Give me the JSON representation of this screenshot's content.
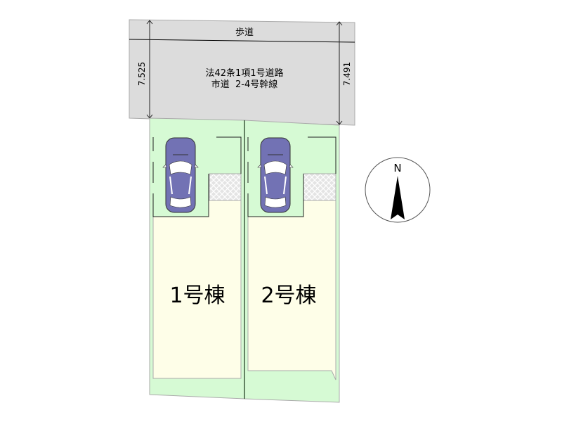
{
  "road": {
    "sidewalk_label": "歩道",
    "road_line1": "法42条1項1号道路",
    "road_line2": "市道  2-4号幹線",
    "width_left": "7.525",
    "width_right": "7.491"
  },
  "lots": [
    {
      "label": "1号棟"
    },
    {
      "label": "2号棟"
    }
  ],
  "compass": {
    "label": "N"
  },
  "colors": {
    "road": "#dcdcdc",
    "lot": "#d6fad4",
    "building": "#fefee8",
    "car": "#7272b4"
  }
}
